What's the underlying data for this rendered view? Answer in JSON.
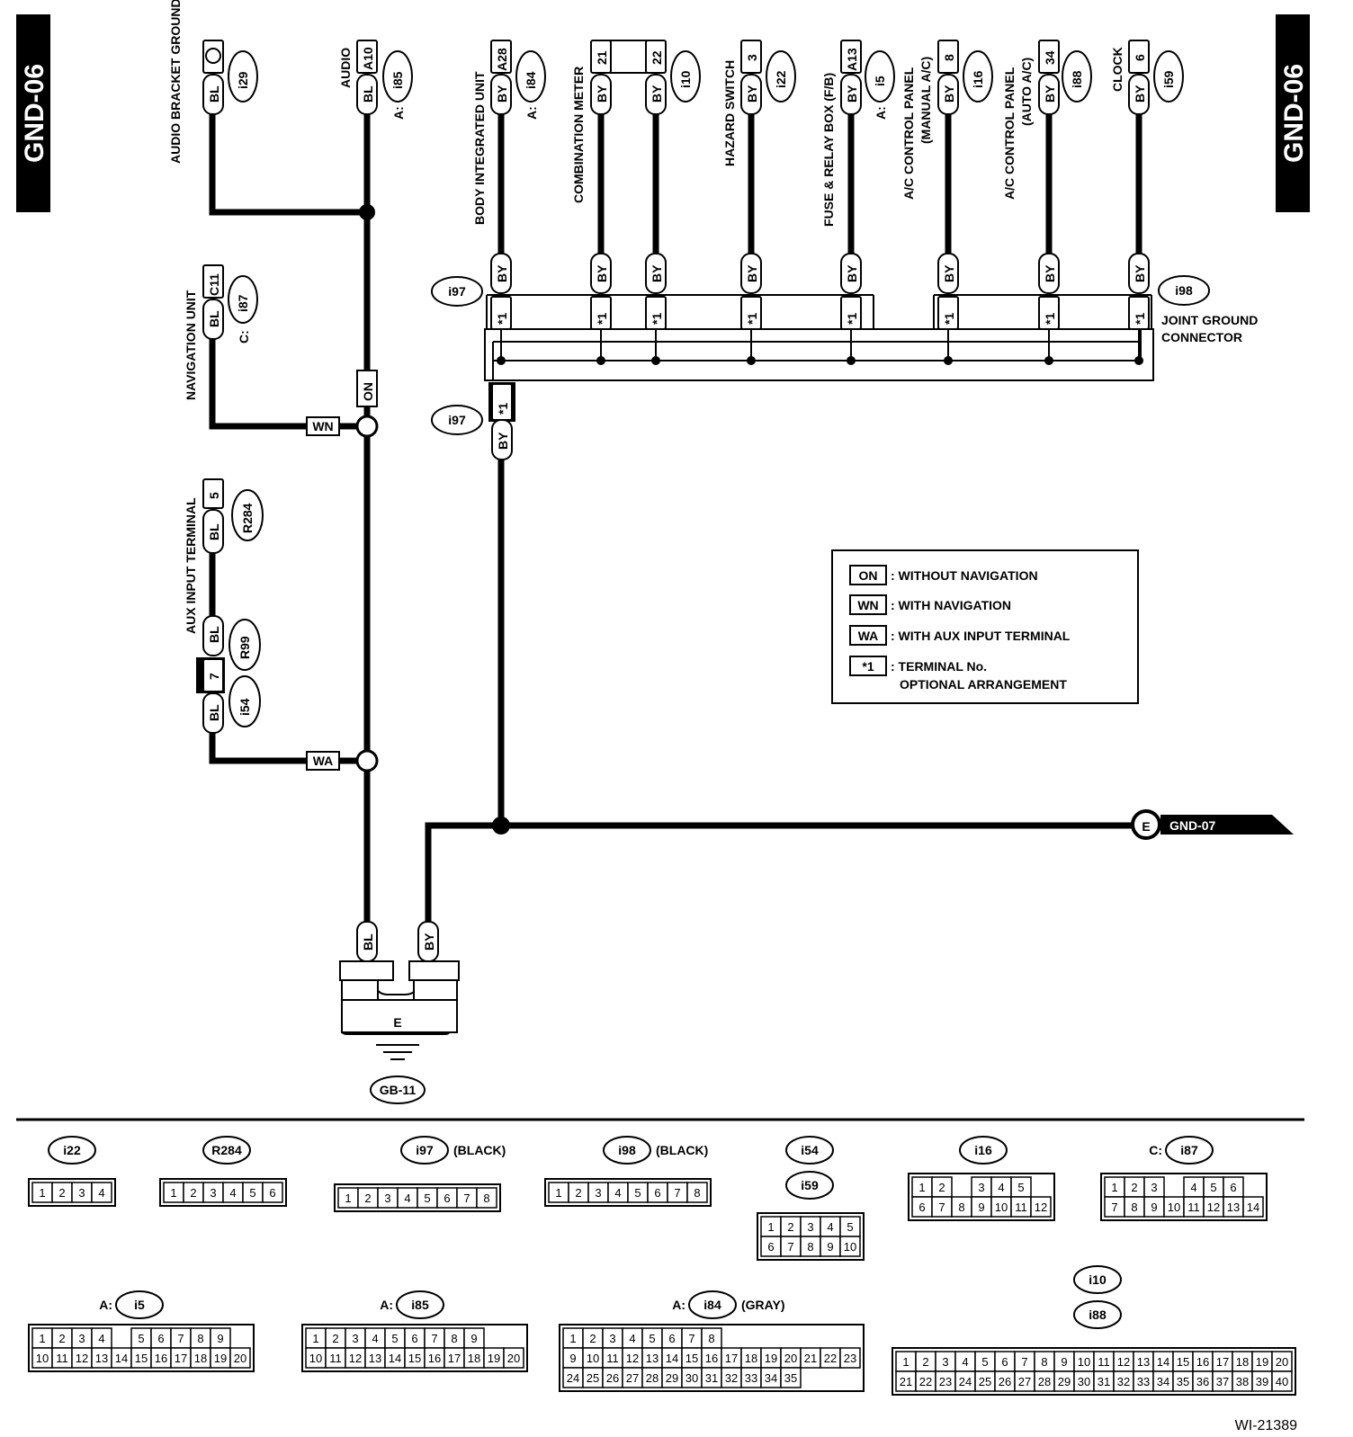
{
  "page_tag": "GND-06",
  "figure_code": "WI-21389",
  "components": {
    "audio_bracket_ground": {
      "name": "AUDIO BRACKET GROUND",
      "conn": "i29",
      "wire": "BL"
    },
    "audio": {
      "name": "AUDIO",
      "conn": "i85",
      "prefix": "A:",
      "pin": "A10",
      "wire": "BL"
    },
    "navigation_unit": {
      "name": "NAVIGATION UNIT",
      "conn": "i87",
      "prefix": "C:",
      "pin": "C11",
      "wire": "BL"
    },
    "aux_input_terminal": {
      "name": "AUX INPUT TERMINAL",
      "conn1": "R284",
      "pin1": "5",
      "conn2": "R99",
      "conn3": "i54",
      "pin3": "7",
      "wire": "BL"
    },
    "body_integrated_unit": {
      "name": "BODY INTEGRATED UNIT",
      "conn": "i84",
      "prefix": "A:",
      "pin": "A28",
      "wire": "BY"
    },
    "combination_meter": {
      "name": "COMBINATION METER",
      "conn": "i10",
      "pin1": "21",
      "pin2": "22",
      "wire": "BY"
    },
    "hazard_switch": {
      "name": "HAZARD SWITCH",
      "conn": "i22",
      "pin": "3",
      "wire": "BY"
    },
    "fuse_relay_box": {
      "name": "FUSE & RELAY BOX (F/B)",
      "conn": "i5",
      "prefix": "A:",
      "pin": "A13",
      "wire": "BY"
    },
    "ac_manual": {
      "name": "A/C CONTROL PANEL",
      "sub": "(MANUAL A/C)",
      "conn": "i16",
      "pin": "8",
      "wire": "BY"
    },
    "ac_auto": {
      "name": "A/C CONTROL PANEL",
      "sub": "(AUTO A/C)",
      "conn": "i88",
      "pin": "34",
      "wire": "BY"
    },
    "clock": {
      "name": "CLOCK",
      "conn": "i59",
      "pin": "6",
      "wire": "BY"
    }
  },
  "joint": {
    "conn1": "i97",
    "conn2": "i98",
    "name1": "JOINT GROUND",
    "name2": "CONNECTOR",
    "term": "*1"
  },
  "option_labels": {
    "on": "ON",
    "wn": "WN",
    "wa": "WA"
  },
  "ground": {
    "letter": "E",
    "ref": "GB-11",
    "wire1": "BL",
    "wire2": "BY"
  },
  "gnd_link": {
    "letter": "E",
    "target": "GND-07"
  },
  "legend": [
    {
      "code": "ON",
      "text": ": WITHOUT NAVIGATION"
    },
    {
      "code": "WN",
      "text": ": WITH NAVIGATION"
    },
    {
      "code": "WA",
      "text": ": WITH AUX INPUT TERMINAL"
    },
    {
      "code": "*1",
      "text": ": TERMINAL No.",
      "text2": "OPTIONAL ARRANGEMENT"
    }
  ],
  "connector_views": [
    {
      "id": "i22",
      "note": "",
      "rows": [
        [
          "1",
          "2",
          "3",
          "4"
        ]
      ]
    },
    {
      "id": "R284",
      "note": "",
      "rows": [
        [
          "1",
          "2",
          "3",
          "4",
          "5",
          "6"
        ]
      ]
    },
    {
      "id": "i97",
      "note": "(BLACK)",
      "rows": [
        [
          "1",
          "2",
          "3",
          "4",
          "5",
          "6",
          "7",
          "8"
        ]
      ]
    },
    {
      "id": "i98",
      "note": "(BLACK)",
      "rows": [
        [
          "1",
          "2",
          "3",
          "4",
          "5",
          "6",
          "7",
          "8"
        ]
      ]
    },
    {
      "id": "i54",
      "id2": "i59",
      "note": "",
      "rows": [
        [
          "1",
          "2",
          "3",
          "4",
          "5"
        ],
        [
          "6",
          "7",
          "8",
          "9",
          "10"
        ]
      ]
    },
    {
      "id": "i16",
      "note": "",
      "rows": [
        [
          "1",
          "2",
          "",
          "3",
          "4",
          "5"
        ],
        [
          "6",
          "7",
          "8",
          "9",
          "10",
          "11",
          "12"
        ]
      ]
    },
    {
      "id": "i87",
      "prefix": "C:",
      "note": "",
      "rows": [
        [
          "1",
          "2",
          "3",
          "",
          "4",
          "5",
          "6"
        ],
        [
          "7",
          "8",
          "9",
          "10",
          "11",
          "12",
          "13",
          "14"
        ]
      ]
    },
    {
      "id": "i5",
      "prefix": "A:",
      "note": "",
      "rows": [
        [
          "1",
          "2",
          "3",
          "4",
          "",
          "5",
          "6",
          "7",
          "8",
          "9"
        ],
        [
          "10",
          "11",
          "12",
          "13",
          "14",
          "15",
          "16",
          "17",
          "18",
          "19",
          "20"
        ]
      ]
    },
    {
      "id": "i85",
      "prefix": "A:",
      "note": "",
      "rows": [
        [
          "1",
          "2",
          "3",
          "4",
          "5",
          "6",
          "7",
          "8",
          "9"
        ],
        [
          "10",
          "11",
          "12",
          "13",
          "14",
          "15",
          "16",
          "17",
          "18",
          "19",
          "20"
        ]
      ]
    },
    {
      "id": "i84",
      "prefix": "A:",
      "note": "(GRAY)",
      "rows": [
        [
          "1",
          "2",
          "3",
          "4",
          "5",
          "6",
          "7",
          "8"
        ],
        [
          "9",
          "10",
          "11",
          "12",
          "13",
          "14",
          "15",
          "16",
          "17",
          "18",
          "19",
          "20",
          "21",
          "22",
          "23"
        ],
        [
          "24",
          "25",
          "26",
          "27",
          "28",
          "29",
          "30",
          "31",
          "32",
          "33",
          "34",
          "35"
        ]
      ]
    },
    {
      "id": "i10",
      "id2": "i88",
      "note": "",
      "rows": [
        [
          "1",
          "2",
          "3",
          "4",
          "5",
          "6",
          "7",
          "8",
          "9",
          "10",
          "11",
          "12",
          "13",
          "14",
          "15",
          "16",
          "17",
          "18",
          "19",
          "20"
        ],
        [
          "21",
          "22",
          "23",
          "24",
          "25",
          "26",
          "27",
          "28",
          "29",
          "30",
          "31",
          "32",
          "33",
          "34",
          "35",
          "36",
          "37",
          "38",
          "39",
          "40"
        ]
      ]
    }
  ]
}
